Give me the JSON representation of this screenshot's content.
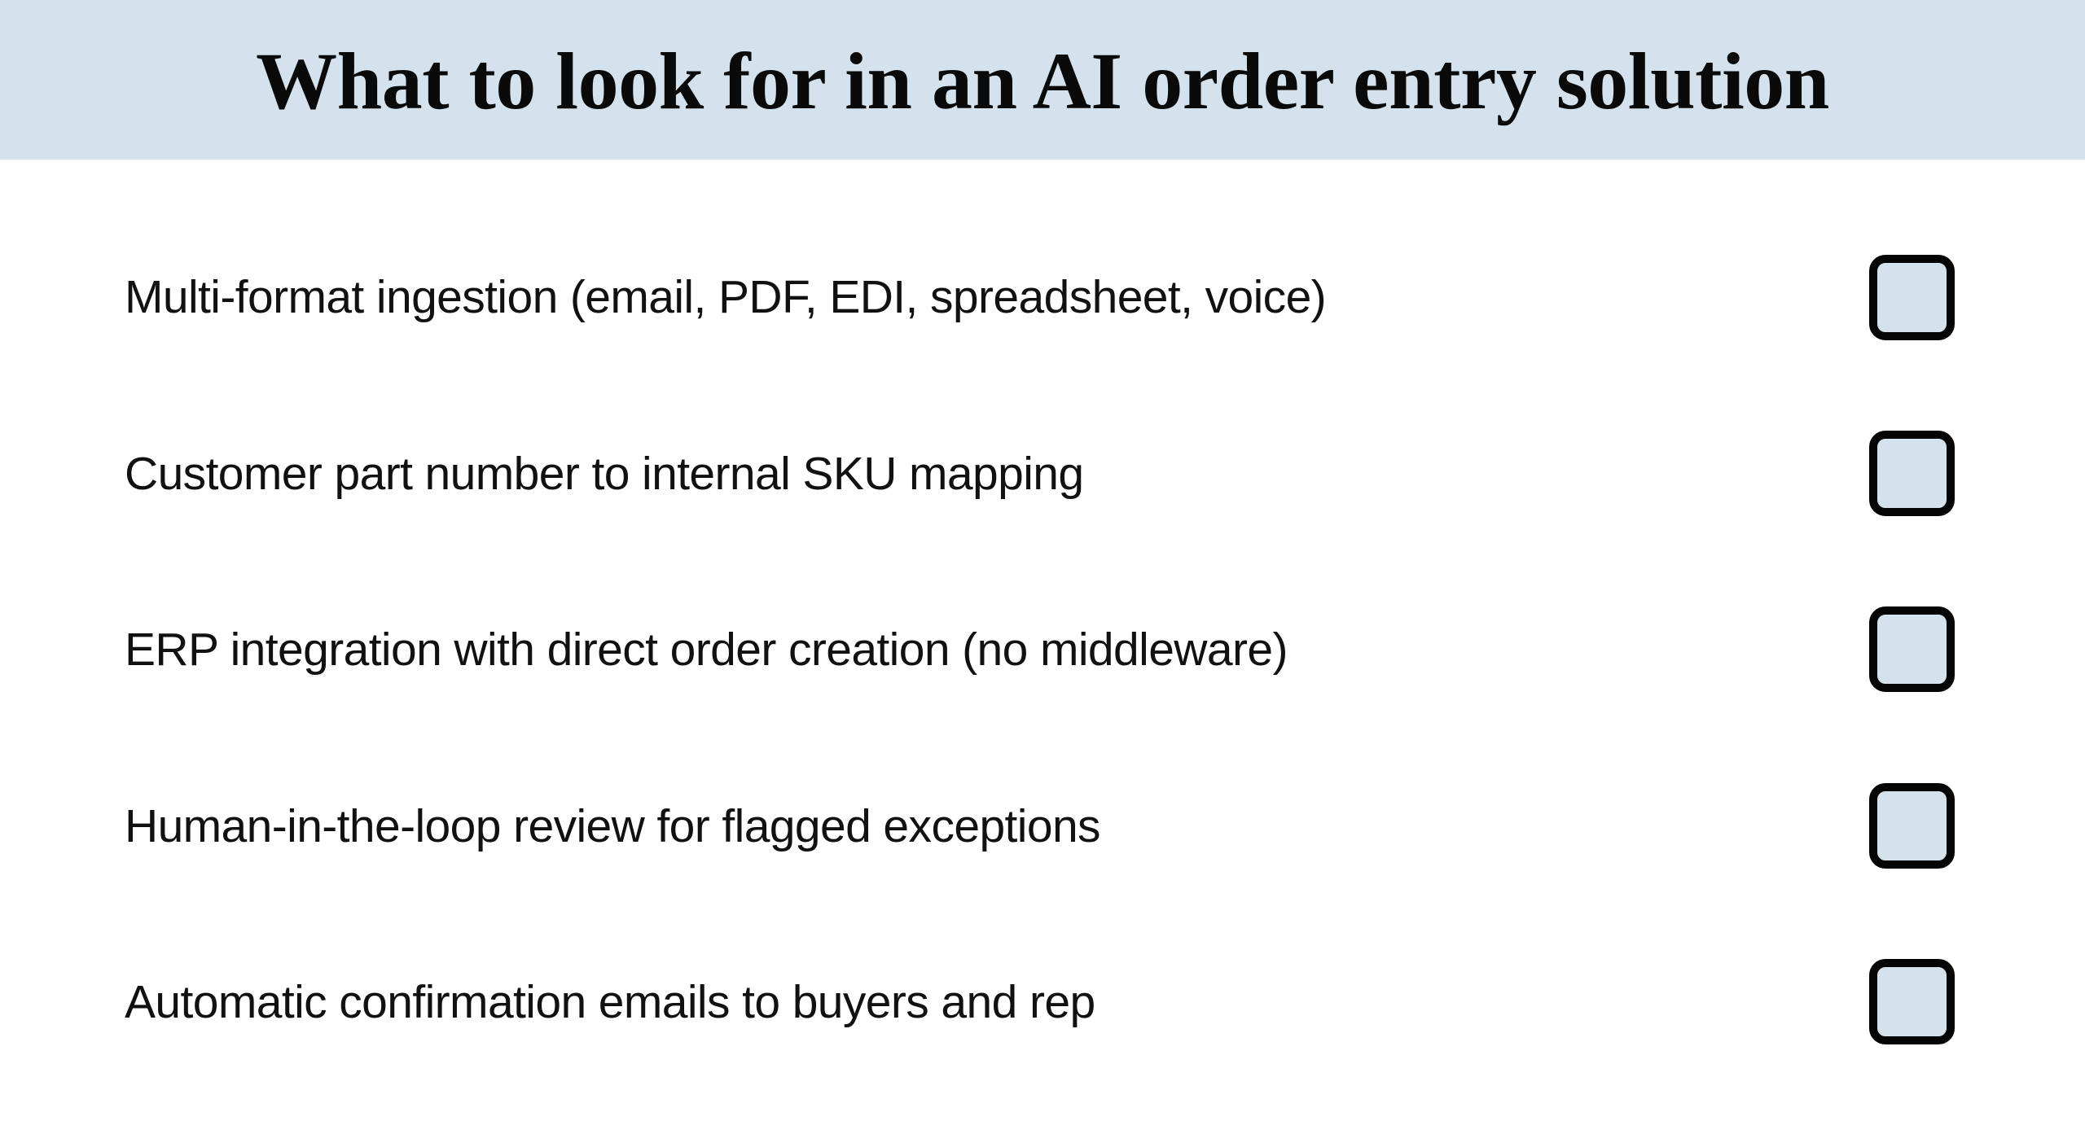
{
  "header": {
    "title": "What to look for in an AI order entry solution",
    "background_color": "#d4e2ed"
  },
  "checklist": {
    "checkbox_fill_color": "#d4e2ed",
    "checkbox_border_color": "#050505",
    "items": [
      {
        "label": "Multi-format ingestion (email, PDF, EDI, spreadsheet, voice)",
        "checked": false
      },
      {
        "label": "Customer part number to internal SKU mapping",
        "checked": false
      },
      {
        "label": "ERP integration with direct order creation (no middleware)",
        "checked": false
      },
      {
        "label": "Human-in-the-loop review for flagged exceptions",
        "checked": false
      },
      {
        "label": "Automatic confirmation emails to buyers and rep",
        "checked": false
      }
    ]
  }
}
